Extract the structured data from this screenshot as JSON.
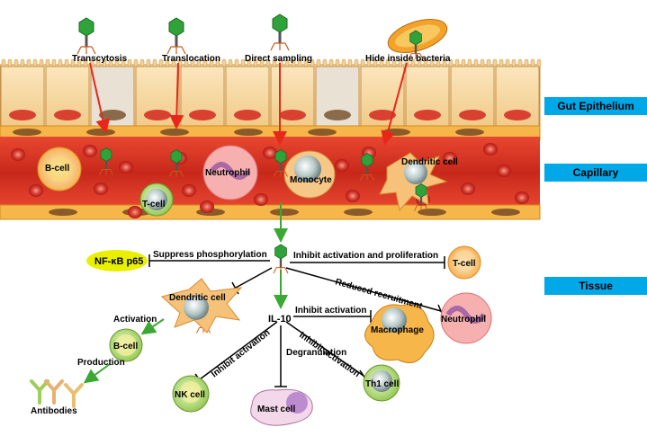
{
  "regions": {
    "gut_epithelium": "Gut Epithelium",
    "capillary": "Capillary",
    "tissue": "Tissue"
  },
  "routes": {
    "transcytosis": "Transcytosis",
    "translocation": "Translocation",
    "direct_sampling": "Direct sampling",
    "hide_inside_bacteria": "Hide inside bacteria"
  },
  "capillary_cells": {
    "b_cell": "B-cell",
    "t_cell": "T-cell",
    "neutrophil": "Neutrophil",
    "monocyte": "Monocyte",
    "dendritic_cell": "Dendritic cell"
  },
  "tissue": {
    "nfkb": "NF-κB p65",
    "suppress_phosphorylation": "Suppress phosphorylation",
    "inhibit_activation_proliferation": "Inhibit activation and proliferation",
    "t_cell": "T-cell",
    "reduced_recruitment": "Reduced recruitment",
    "neutrophil": "Neutrophil",
    "dendritic_cell": "Dendritic cell",
    "il10": "IL-10",
    "inhibit_activation_macrophage": "Inhibit activation",
    "macrophage": "Macrophage",
    "activation": "Activation",
    "b_cell": "B-cell",
    "production": "Production",
    "antibodies": "Antibodies",
    "inhibit_activation_nk": "Inhibit activation",
    "degranulation": "Degranulation",
    "inhibit_activation_th1": "Inhibit activation",
    "nk_cell": "NK cell",
    "mast_cell": "Mast cell",
    "th1_cell": "Th1 cell"
  },
  "colors": {
    "region_tag": "#00a8e8",
    "epithelium": "#f5d8a0",
    "capillary_wall": "#f5a623",
    "blood": "#cf2a1a",
    "red_arrow": "#e8271a",
    "green_arrow": "#3aa832",
    "inhibit_line": "#000000",
    "nfkb_fill": "#e8f000"
  }
}
